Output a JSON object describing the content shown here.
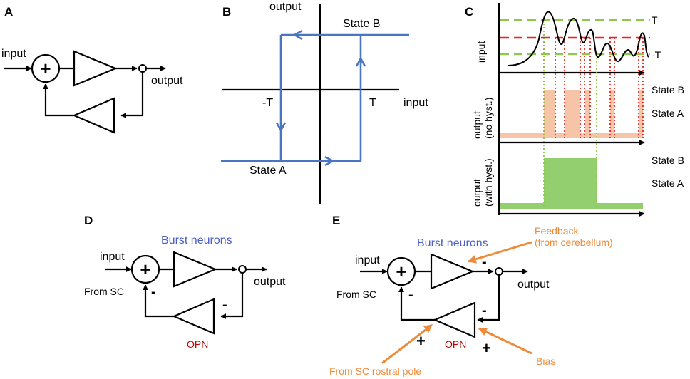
{
  "panels": {
    "A": {
      "label": "A",
      "input": "input",
      "output": "output"
    },
    "B": {
      "label": "B",
      "xlabel": "input",
      "ylabel": "output",
      "neg_t": "-T",
      "pos_t": "T",
      "state_a": "State A",
      "state_b": "State B"
    },
    "C": {
      "label": "C",
      "input_label": "input",
      "t_label": "T",
      "neg_t_label": "-T",
      "out_nohyst_label_1": "output",
      "out_nohyst_label_2": "(no hyst.)",
      "out_hyst_label_1": "output",
      "out_hyst_label_2": "(with hyst.)",
      "state_b_1": "State B",
      "state_a_1": "State A",
      "state_b_2": "State B",
      "state_a_2": "State A"
    },
    "D": {
      "label": "D",
      "input": "input",
      "from_sc": "From SC",
      "output": "output",
      "burst": "Burst neurons",
      "opn": "OPN",
      "minus1": "-",
      "minus2": "-"
    },
    "E": {
      "label": "E",
      "input": "input",
      "from_sc": "From SC",
      "output": "output",
      "burst": "Burst neurons",
      "opn": "OPN",
      "feedback_1": "Feedback",
      "feedback_2": "(from cerebellum)",
      "bias": "Bias",
      "rostral": "From SC rostral pole",
      "minus1": "-",
      "minus2": "-",
      "minus3": "-",
      "plus1": "+",
      "plus2": "+"
    }
  },
  "colors": {
    "blue_line": "#4a74c4",
    "burst_text": "#4a5fc4",
    "opn_text": "#c00000",
    "orange": "#ed8b3b",
    "green_dash": "#8dc84a",
    "red_dash": "#e8241c",
    "peach_fill": "#f6c4a6",
    "green_fill": "#93cf6e"
  }
}
